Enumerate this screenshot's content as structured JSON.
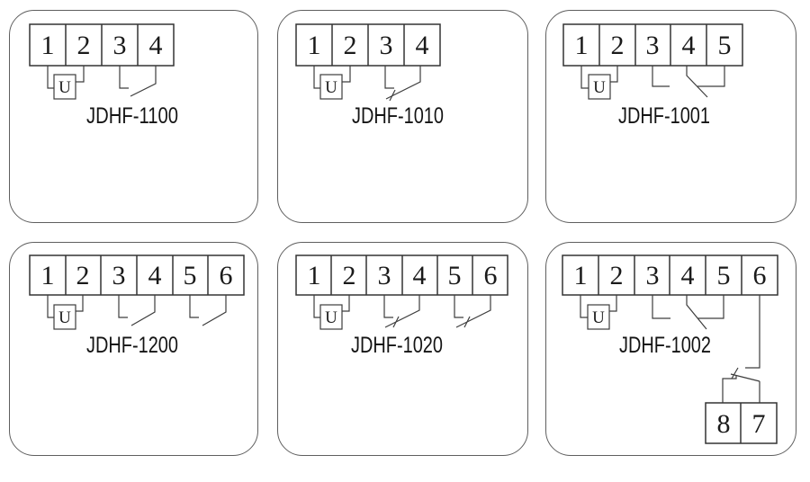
{
  "figure": {
    "background": "#ffffff",
    "line_color": "#3d3d3d",
    "panel_border_color": "#5f5f5f",
    "text_color": "#1a1a1a",
    "description": "Six relay terminal wiring diagrams, JDHF series"
  },
  "panels": [
    {
      "model": "JDHF-1100",
      "coil_label": "U",
      "terminals": [
        "1",
        "2",
        "3",
        "4"
      ],
      "contacts": [
        "normally-open"
      ]
    },
    {
      "model": "JDHF-1010",
      "coil_label": "U",
      "terminals": [
        "1",
        "2",
        "3",
        "4"
      ],
      "contacts": [
        "normally-closed"
      ]
    },
    {
      "model": "JDHF-1001",
      "coil_label": "U",
      "terminals": [
        "1",
        "2",
        "3",
        "4",
        "5"
      ],
      "contacts": [
        "changeover"
      ]
    },
    {
      "model": "JDHF-1200",
      "coil_label": "U",
      "terminals": [
        "1",
        "2",
        "3",
        "4",
        "5",
        "6"
      ],
      "contacts": [
        "normally-open",
        "normally-open"
      ]
    },
    {
      "model": "JDHF-1020",
      "coil_label": "U",
      "terminals": [
        "1",
        "2",
        "3",
        "4",
        "5",
        "6"
      ],
      "contacts": [
        "normally-closed",
        "normally-closed"
      ]
    },
    {
      "model": "JDHF-1002",
      "coil_label": "U",
      "terminals": [
        "1",
        "2",
        "3",
        "4",
        "5",
        "6"
      ],
      "aux_terminals": [
        "8",
        "7"
      ],
      "contacts": [
        "changeover",
        "normally-closed"
      ]
    }
  ]
}
